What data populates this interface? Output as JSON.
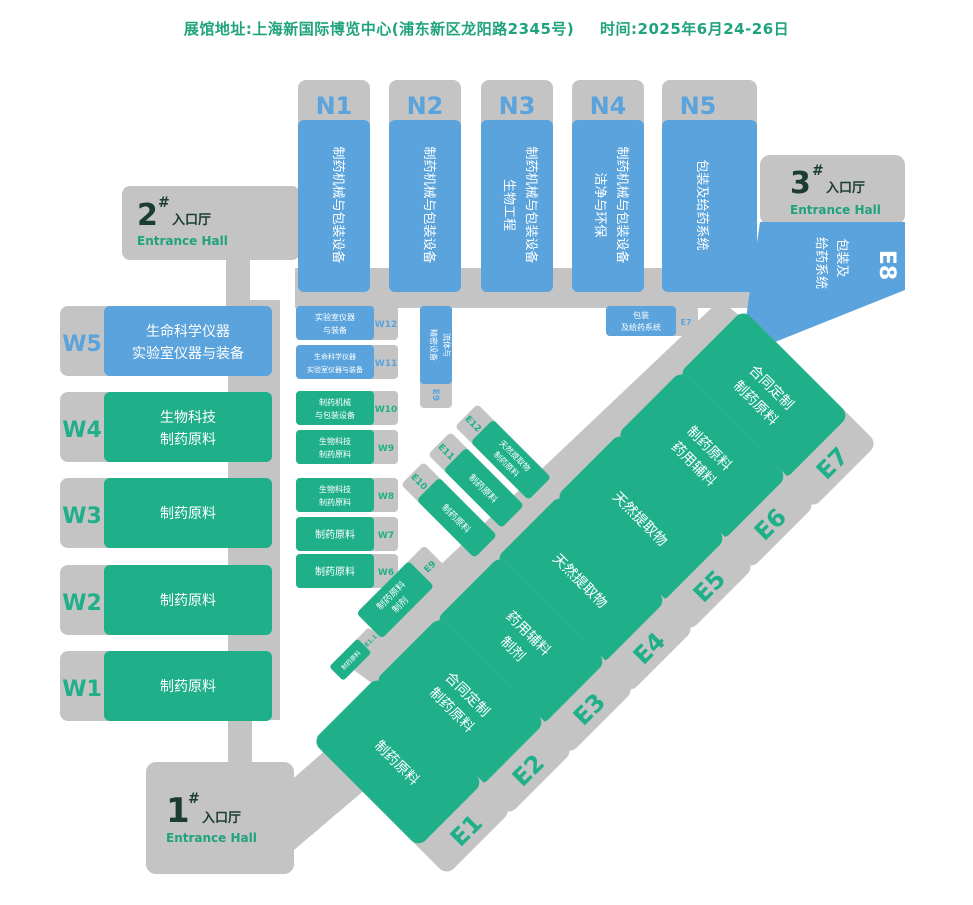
{
  "header": {
    "address": "展馆地址:上海新国际博览中心(浦东新区龙阳路2345号)",
    "time": "时间:2025年6月24-26日"
  },
  "colors": {
    "blue": "#5aa3dc",
    "green": "#1fb08a",
    "gray": "#c4c4c4",
    "dark": "#1b3b33",
    "white": "#ffffff"
  },
  "entrances": {
    "e1": {
      "num": "1",
      "mark": "#",
      "cn": "入口厅",
      "en": "Entrance Hall"
    },
    "e2": {
      "num": "2",
      "mark": "#",
      "cn": "入口厅",
      "en": "Entrance Hall"
    },
    "e3": {
      "num": "3",
      "mark": "#",
      "cn": "入口厅",
      "en": "Entrance Hall"
    }
  },
  "halls": {
    "n1": {
      "code": "N1",
      "text": "制药机械与包装设备"
    },
    "n2": {
      "code": "N2",
      "text": "制药机械与包装设备"
    },
    "n3": {
      "code": "N3",
      "col1": "制药机械与包装设备",
      "col2": "生物工程"
    },
    "n4": {
      "code": "N4",
      "col1": "制药机械与包装设备",
      "col2": "洁净与环保"
    },
    "n5": {
      "code": "N5",
      "text": "包装及给药系统"
    },
    "e8": {
      "code": "E8",
      "col1": "包装及",
      "col2": "给药系统"
    },
    "w5": {
      "code": "W5",
      "line1": "生命科学仪器",
      "line2": "实验室仪器与装备"
    },
    "w4": {
      "code": "W4",
      "line1": "生物科技",
      "line2": "制药原料"
    },
    "w3": {
      "code": "W3",
      "line1": "制药原料"
    },
    "w2": {
      "code": "W2",
      "line1": "制药原料"
    },
    "w1": {
      "code": "W1",
      "line1": "制药原料"
    },
    "w12": {
      "code": "W12",
      "line1": "实验室仪器",
      "line2": "与装备"
    },
    "w11": {
      "code": "W11",
      "line1": "生命科学仪器",
      "line2": "实验室仪器与装备"
    },
    "w10": {
      "code": "W10",
      "line1": "制药机械",
      "line2": "与包装设备"
    },
    "w9": {
      "code": "W9",
      "line1": "生物科技",
      "line2": "制药原料"
    },
    "w8": {
      "code": "W8",
      "line1": "生物科技",
      "line2": "制药原料"
    },
    "w7": {
      "code": "W7",
      "line1": "制药原料"
    },
    "w6": {
      "code": "W6",
      "line1": "制药原料"
    },
    "e9": {
      "code": "E9",
      "col1": "流体与",
      "col2": "精密设备"
    },
    "e7b": {
      "code": "E7",
      "line1": "包装",
      "line2": "及给药系统"
    },
    "e12": {
      "code": "E12",
      "line1": "天然提取物",
      "line2": "制药原料"
    },
    "e11": {
      "code": "E11",
      "line1": "制药原料"
    },
    "e10": {
      "code": "E10",
      "line1": "制药原料"
    },
    "e9s": {
      "code": "E9",
      "line1": "制药原料",
      "line2": "制剂"
    },
    "e1_1": {
      "code": "E1.1",
      "line1": "制药原料"
    },
    "e7": {
      "code": "E7",
      "line1": "合同定制",
      "line2": "制药原料"
    },
    "e6": {
      "code": "E6",
      "line1": "制药原料",
      "line2": "药用辅料"
    },
    "e5": {
      "code": "E5",
      "line1": "天然提取物"
    },
    "e4": {
      "code": "E4",
      "line1": "天然提取物"
    },
    "e3": {
      "code": "E3",
      "line1": "药用辅料",
      "line2": "制剂"
    },
    "e2": {
      "code": "E2",
      "line1": "合同定制",
      "line2": "制药原料"
    },
    "e1": {
      "code": "E1",
      "line1": "制药原料"
    }
  }
}
